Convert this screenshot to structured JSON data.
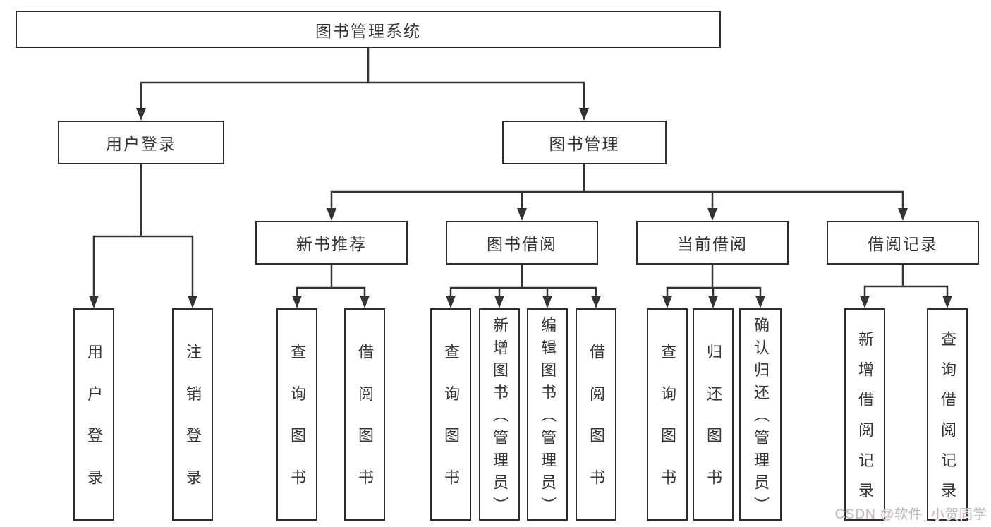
{
  "diagram": {
    "root": {
      "label": "图书管理系统"
    },
    "children": [
      {
        "label": "用户登录",
        "children": [
          {
            "label": "用户登录"
          },
          {
            "label": "注销登录"
          }
        ]
      },
      {
        "label": "图书管理",
        "children": [
          {
            "label": "新书推荐",
            "children": [
              {
                "label": "查询图书"
              },
              {
                "label": "借阅图书"
              }
            ]
          },
          {
            "label": "图书借阅",
            "children": [
              {
                "label": "查询图书"
              },
              {
                "label": "新增图书（管理员）"
              },
              {
                "label": "编辑图书（管理员）"
              },
              {
                "label": "借阅图书"
              }
            ]
          },
          {
            "label": "当前借阅",
            "children": [
              {
                "label": "查询图书"
              },
              {
                "label": "归还图书"
              },
              {
                "label": "确认归还（管理员）"
              }
            ]
          },
          {
            "label": "借阅记录",
            "children": [
              {
                "label": "新增借阅记录"
              },
              {
                "label": "查询借阅记录"
              }
            ]
          }
        ]
      }
    ]
  },
  "watermark": {
    "text": "CSDN @软件_小贺同学"
  },
  "colors": {
    "line": "#333333",
    "box_border": "#2d2d2d",
    "watermark": "#b9bdc4"
  }
}
